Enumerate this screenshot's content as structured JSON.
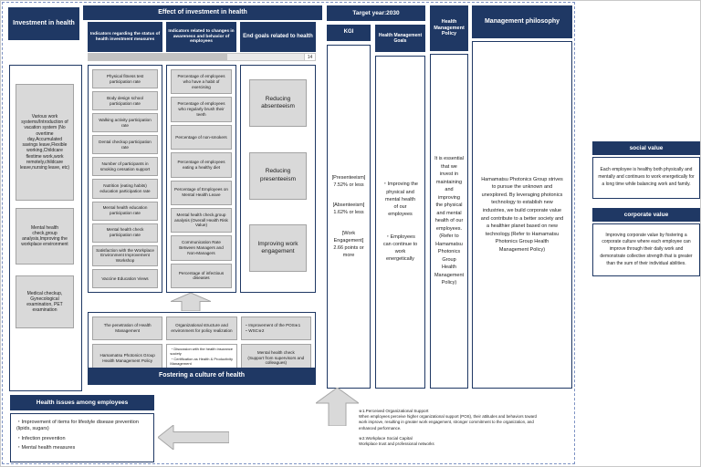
{
  "diagram": {
    "investment": {
      "title": "Investment in health",
      "items": [
        "Various work systems/Introduction of vacation system (No overtime day,Accumulated savings leave,Flexible working,Childcare flextime work,work remotely,childcare leave,nursing leave, etc)",
        "Mental health check,group analysis,Improving the workplace environment",
        "Medical checkup, Gynecological examination, PET examination"
      ]
    },
    "effect": {
      "title": "Effect of investment in health",
      "scroll_badge": "14",
      "col_status": {
        "header": "Indicators regarding the status of health investment measures",
        "items": [
          "Physical fitness test participation rate",
          "Body design school participation rate",
          "Walking activity participation rate",
          "Dental checkup participation rate",
          "Number of participants in smoking cessation support",
          "Nutrition (eating habits) education participation rate",
          "Mental health education participation rate",
          "Mental health check participation rate",
          "Satisfaction with the Workplace Environment Improvement Workshop",
          "Vaccine Education Views"
        ]
      },
      "col_behavior": {
        "header": "Indicators related to changes in awareness and behavior of employees",
        "items": [
          "Percentage of employees who have a habit of exercising",
          "Percentage of employees who regularly brush their teeth",
          "Percentage of non-smokers",
          "Percentage of employees eating a healthy diet",
          "Percentage of Employees on Mental Health Leave",
          "Mental health check,group analysis (Overall Health Risk Value)",
          "Communication Rate Between Managers and Non-Managers",
          "Percentage of infectious diseases"
        ]
      },
      "col_goals": {
        "header": "End goals related to health",
        "items": [
          "Reducing absenteeism",
          "Reducing presenteeism",
          "Improving work engagement"
        ]
      }
    },
    "culture": {
      "title": "Fostering a culture of health",
      "row1": [
        "The penetration of Health Management",
        "Organizational structure and environment for policy realization",
        "・Improvement of the POS※1\n・WSC※2"
      ],
      "row2": [
        "Hamamatsu Photonics Group Health Management Policy",
        "・Discussion with the health insurance society\n・Certification as Health & Productivity Management\n・Kurumin Certification,Childcare Support Company Certification",
        "Mental health check\n(Support from supervisors and colleagues)"
      ]
    },
    "target": {
      "title": "Target year:2030",
      "kgi_header": "KGI",
      "kgi_items": [
        "[Presenteeism]\n7.52% or less",
        "[Absenteeism]\n1.62% or less",
        "[Work Engagement]\n2.66 points or more"
      ],
      "goals_header": "Health Management Goals",
      "goals_items": [
        "・Improving the physical and mental health of our employees",
        "・Employees can continue to work energetically"
      ]
    },
    "policy": {
      "header": "Health Management Policy",
      "text": "It is essential that we invest in maintaining and improving the physical and mental health of our employees.(Refer to Hamamatsu Photonics Group Health Management Policy)"
    },
    "philosophy": {
      "header": "Management philosophy",
      "text": "Hamamatsu Photonics Group strives to pursue the unknown and unexplored. By leveraging photonics technology to establish new industries, we build corporate value and contribute to a better society and a healthier planet based on new technology.(Refer to Hamamatsu Photonics Group Health Management Policy)"
    },
    "issues": {
      "title": "Health issues among employees",
      "items": [
        "・Improvement of items for lifestyle disease prevention\n(lipids, sugars)",
        "・Infection prevention",
        "・Mental health measures"
      ]
    },
    "values": {
      "social": {
        "title": "social value",
        "text": "Each employee is healthy both physically and mentally and continues to work energetically for a long time while balancing work and family."
      },
      "corporate": {
        "title": "corporate value",
        "text": "Improving corporate value by fostering a corporate culture where each employee can improve through their daily work and demonstrate collective strength that is greater than the sum of their individual abilities."
      }
    },
    "footnotes": [
      {
        "title": "※1.Perceived Organizational Support",
        "text": "When employees perceive higher organizational support (POS), their attitudes and behaviors toward work improve, resulting in greater work engagement, stronger commitment to the organization, and enhanced performance."
      },
      {
        "title": "※2.Workplace Social Capital",
        "text": "Workplace trust and professional networks"
      }
    ]
  }
}
